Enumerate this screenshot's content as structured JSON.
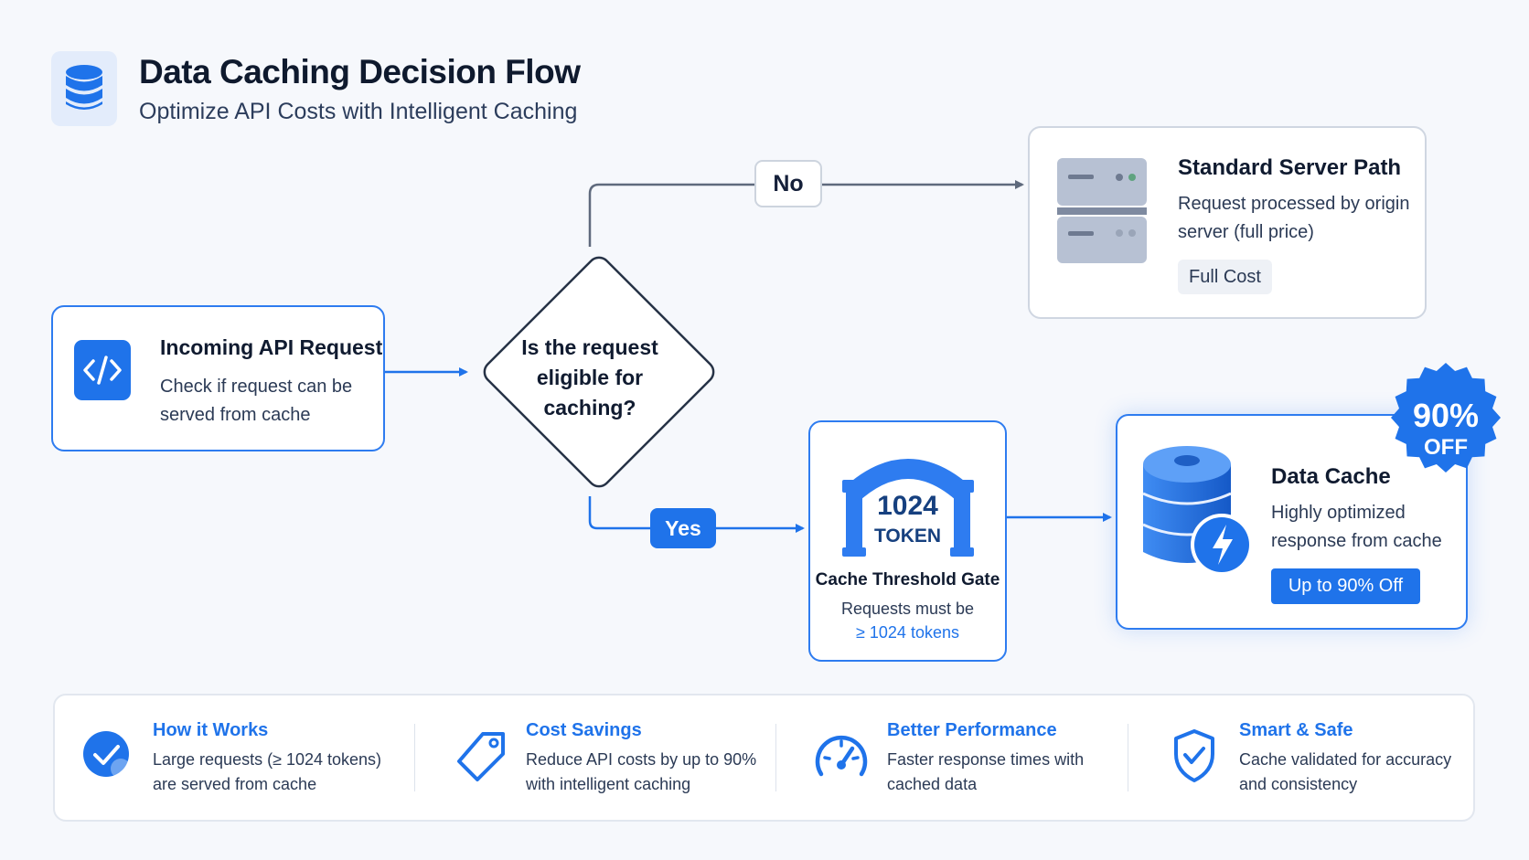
{
  "header": {
    "title": "Data Caching Decision Flow",
    "subtitle": "Optimize API Costs with Intelligent Caching",
    "icon": "database-icon"
  },
  "incoming": {
    "title": "Incoming API Request",
    "description": "Check if request can be served from cache",
    "icon": "code-icon"
  },
  "decision": {
    "text": "Is the request eligible for caching?",
    "no_label": "No",
    "yes_label": "Yes"
  },
  "standard_server": {
    "title": "Standard Server Path",
    "description": "Request processed by origin server (full price)",
    "tag": "Full Cost",
    "icon": "server-icon"
  },
  "gate": {
    "number": "1024",
    "unit": "TOKEN",
    "title": "Cache Threshold Gate",
    "description_line1": "Requests must be",
    "description_line2": "≥ 1024 tokens",
    "icon": "arch-gate-icon"
  },
  "data_cache": {
    "title": "Data Cache",
    "description": "Highly optimized response from cache",
    "button": "Up to 90% Off",
    "badge_value": "90%",
    "badge_label": "OFF",
    "icon": "database-lightning-icon"
  },
  "features": [
    {
      "title": "How it Works",
      "description": "Large requests (≥ 1024 tokens) are served from cache",
      "icon": "check-circle-icon"
    },
    {
      "title": "Cost Savings",
      "description": "Reduce API costs by up to 90% with intelligent caching",
      "icon": "price-tag-icon"
    },
    {
      "title": "Better Performance",
      "description": "Faster response times with cached data",
      "icon": "speedometer-icon"
    },
    {
      "title": "Smart & Safe",
      "description": "Cache validated for accuracy and consistency",
      "icon": "shield-check-icon"
    }
  ],
  "colors": {
    "accent": "#1f73ea",
    "border_gray": "#cfd6e1",
    "connector_gray": "#5f6a7d",
    "background": "#f6f8fc"
  }
}
